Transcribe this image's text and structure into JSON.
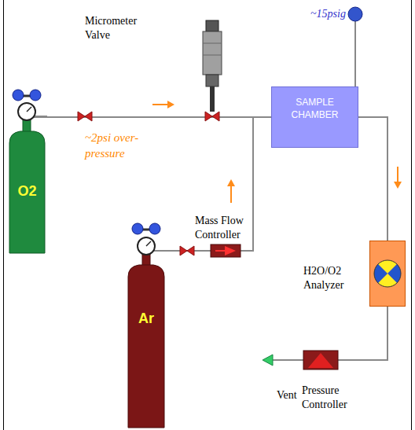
{
  "diagram": {
    "nodes": [
      {
        "text": [
          "O2"
        ]
      },
      {
        "text": [
          "Ar"
        ]
      },
      {
        "text": [
          "SAMPLE CHAMBER"
        ]
      },
      {
        "text": [
          "H2O/O2 Analyzer"
        ]
      }
    ],
    "edges": [
      {
        "from": 0,
        "to": 2,
        "arrow": "none"
      },
      {
        "from": 1,
        "to": 2,
        "arrow": "none"
      },
      {
        "from": 2,
        "to": 3,
        "arrow": "none"
      }
    ],
    "labels": [
      "Micrometer Valve",
      "~15psig",
      "~2psi over- pressure",
      "Mass Flow Controller",
      "Vent",
      "Pressure Controller"
    ]
  }
}
